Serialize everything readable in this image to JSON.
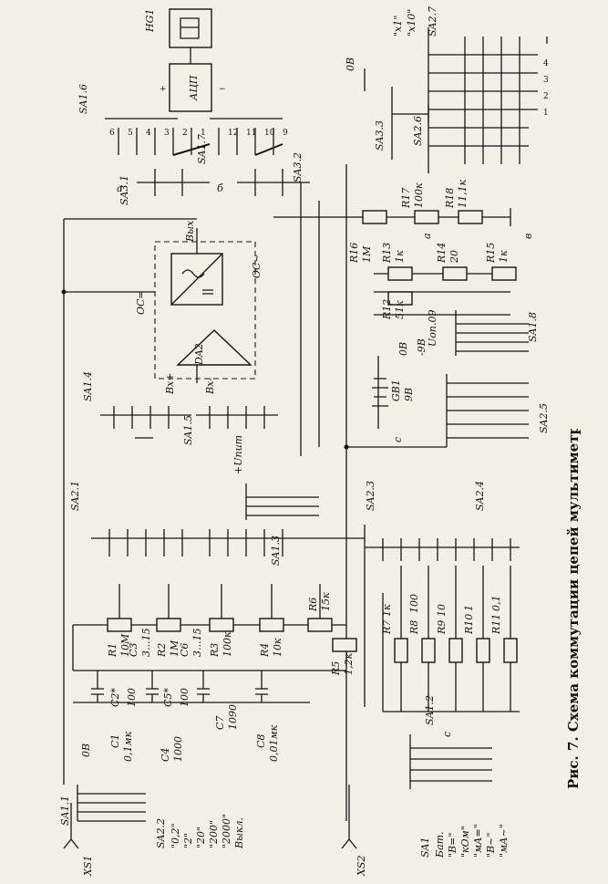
{
  "caption": "Рис. 7. Схема коммутации цепей мультиметра",
  "connectors": [
    "XS1",
    "XS2"
  ],
  "display": {
    "name": "HG1",
    "adc": "АЦП"
  },
  "opamp": {
    "name": "DA2",
    "in_plus": "Вх+",
    "in_minus": "Вх-",
    "out": "Вых",
    "ac_label": "ОС~",
    "dc_label": "ОС="
  },
  "switches": [
    "SA1.1",
    "SA1.2",
    "SA1.3",
    "SA1.4",
    "SA1.5",
    "SA1.6",
    "SA1.7",
    "SA1.8",
    "SA2.1",
    "SA2.2",
    "SA2.3",
    "SA2.4",
    "SA2.5",
    "SA2.6",
    "SA2.7",
    "SA3.1",
    "SA3.2",
    "SA3.3"
  ],
  "sa1_modes": [
    "Бат.",
    "\"В=\"",
    "\"кОм\"",
    "\"мА=\"",
    "\"В~\"",
    "\"мА~\""
  ],
  "sa2_modes": [
    "\"0,2\"",
    "\"2\"",
    "\"20\"",
    "\"200\"",
    "\"2000\"",
    "Выкл."
  ],
  "sa3_modes": [
    "\"х1\"",
    "\"х10\""
  ],
  "resistors": [
    {
      "name": "R1",
      "value": "10М"
    },
    {
      "name": "R2",
      "value": "1М"
    },
    {
      "name": "R3",
      "value": "100к"
    },
    {
      "name": "R4",
      "value": "10к"
    },
    {
      "name": "R5",
      "value": "1,2к"
    },
    {
      "name": "R6",
      "value": "15к"
    },
    {
      "name": "R7",
      "value": "1к"
    },
    {
      "name": "R8",
      "value": "100"
    },
    {
      "name": "R9",
      "value": "10"
    },
    {
      "name": "R10",
      "value": "1"
    },
    {
      "name": "R11",
      "value": "0,1"
    },
    {
      "name": "R12",
      "value": "51к"
    },
    {
      "name": "R13",
      "value": "1к"
    },
    {
      "name": "R14",
      "value": "20"
    },
    {
      "name": "R15",
      "value": "1к"
    },
    {
      "name": "R16",
      "value": "1М"
    },
    {
      "name": "R17",
      "value": "100к"
    },
    {
      "name": "R18",
      "value": "11,1к"
    }
  ],
  "capacitors": [
    {
      "name": "C1",
      "value": "0,1мк"
    },
    {
      "name": "C2*",
      "value": "100"
    },
    {
      "name": "C3",
      "value": "3...15"
    },
    {
      "name": "C4",
      "value": "1000"
    },
    {
      "name": "C5*",
      "value": "100"
    },
    {
      "name": "C6",
      "value": "3...15"
    },
    {
      "name": "C7",
      "value": "1090"
    },
    {
      "name": "C8",
      "value": "0,01мк"
    }
  ],
  "battery": {
    "name": "GB1",
    "plus": "9В",
    "minus": "-9В",
    "zero": "0В"
  },
  "nets": {
    "a": "а",
    "b": "б",
    "c": "с",
    "v": "в",
    "zero": "0В",
    "uref": "Uоп.09",
    "vplus": "+Uпит"
  },
  "sa3_taps": [
    "1",
    "2",
    "3",
    "4"
  ]
}
